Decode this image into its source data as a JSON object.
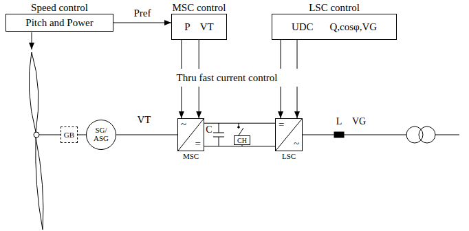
{
  "diagram": {
    "nodes": [
      {
        "text": [
          "Speed control",
          "Pitch and Power"
        ]
      },
      {
        "text": [
          "MSC control",
          "P",
          "VT"
        ]
      },
      {
        "text": [
          "LSC control",
          "UDC",
          "Q,cosφ,VG"
        ]
      },
      {
        "text": [
          "GB"
        ]
      },
      {
        "text": [
          "SG/ ASG"
        ]
      },
      {
        "text": [
          "~",
          "=",
          "MSC"
        ]
      },
      {
        "text": [
          "CH"
        ]
      },
      {
        "text": [
          "=",
          "~",
          "LSC"
        ]
      }
    ],
    "edges": [
      {
        "from": 0,
        "to": 1,
        "arrow": "to",
        "label": "Pref"
      },
      {
        "from": 1,
        "to": 5,
        "arrow": "to"
      },
      {
        "from": 1,
        "to": 5,
        "arrow": "to"
      },
      {
        "from": 2,
        "to": 7,
        "arrow": "to"
      },
      {
        "from": 2,
        "to": 7,
        "arrow": "to"
      },
      {
        "from": 3,
        "to": 4,
        "arrow": "none"
      },
      {
        "from": 4,
        "to": 5,
        "arrow": "none",
        "label": "VT"
      },
      {
        "from": 5,
        "to": 7,
        "arrow": "none"
      },
      {
        "from": 5,
        "to": 7,
        "arrow": "none"
      }
    ],
    "labels": [
      "Thru fast current control",
      "C",
      "L",
      "VG"
    ]
  }
}
